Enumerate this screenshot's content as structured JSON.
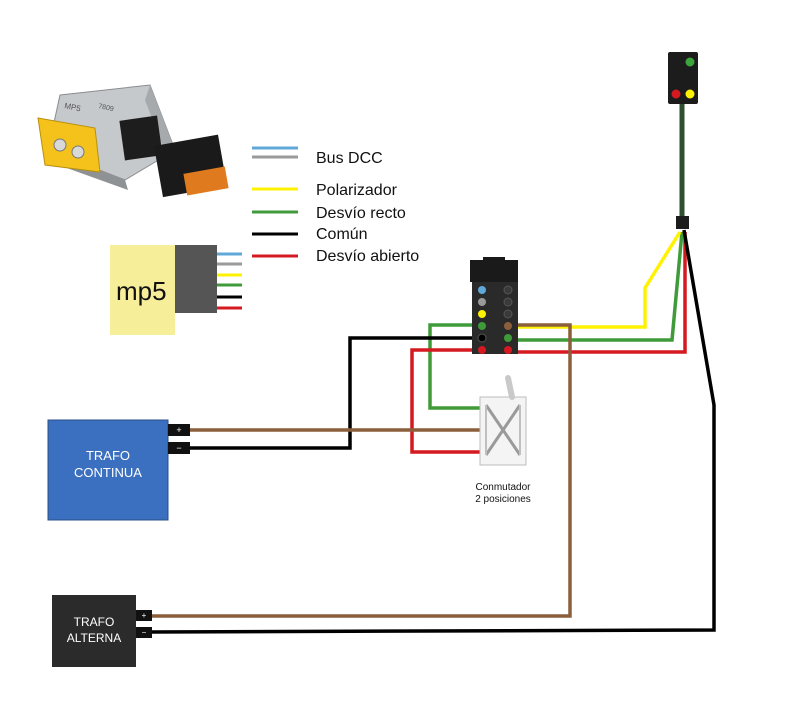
{
  "colors": {
    "bus_dcc_1": "#5fa8d8",
    "bus_dcc_2": "#9a9a9a",
    "polarizador": "#fff200",
    "desvio_recto": "#3f9b3a",
    "comun": "#000000",
    "desvio_abierto": "#d41920",
    "brown": "#8b5e3c",
    "trafo_continua": "#3b6fbf",
    "trafo_alterna": "#2b2b2b",
    "mp5_body": "#f7ee9a",
    "signal_mast": "#2f4f2f"
  },
  "legend": [
    {
      "key": "bus_dcc",
      "label": "Bus DCC"
    },
    {
      "key": "polarizador",
      "label": "Polarizador"
    },
    {
      "key": "desvio_recto",
      "label": "Desvío recto"
    },
    {
      "key": "comun",
      "label": "Común"
    },
    {
      "key": "desvio_abierto",
      "label": "Desvío abierto"
    }
  ],
  "mp5": {
    "label": "mp5"
  },
  "product_photo": {
    "text_lines": [
      "MP5",
      "7809"
    ]
  },
  "trafo_continua": {
    "line1": "TRAFO",
    "line2": "CONTINUA",
    "plus": "+",
    "minus": "−"
  },
  "trafo_alterna": {
    "line1": "TRAFO",
    "line2": "ALTERNA",
    "plus": "+",
    "minus": "−"
  },
  "conmutador": {
    "line1": "Conmutador",
    "line2": "2 posiciones"
  },
  "signal": {
    "lights": [
      "green",
      "red",
      "yellow"
    ]
  }
}
